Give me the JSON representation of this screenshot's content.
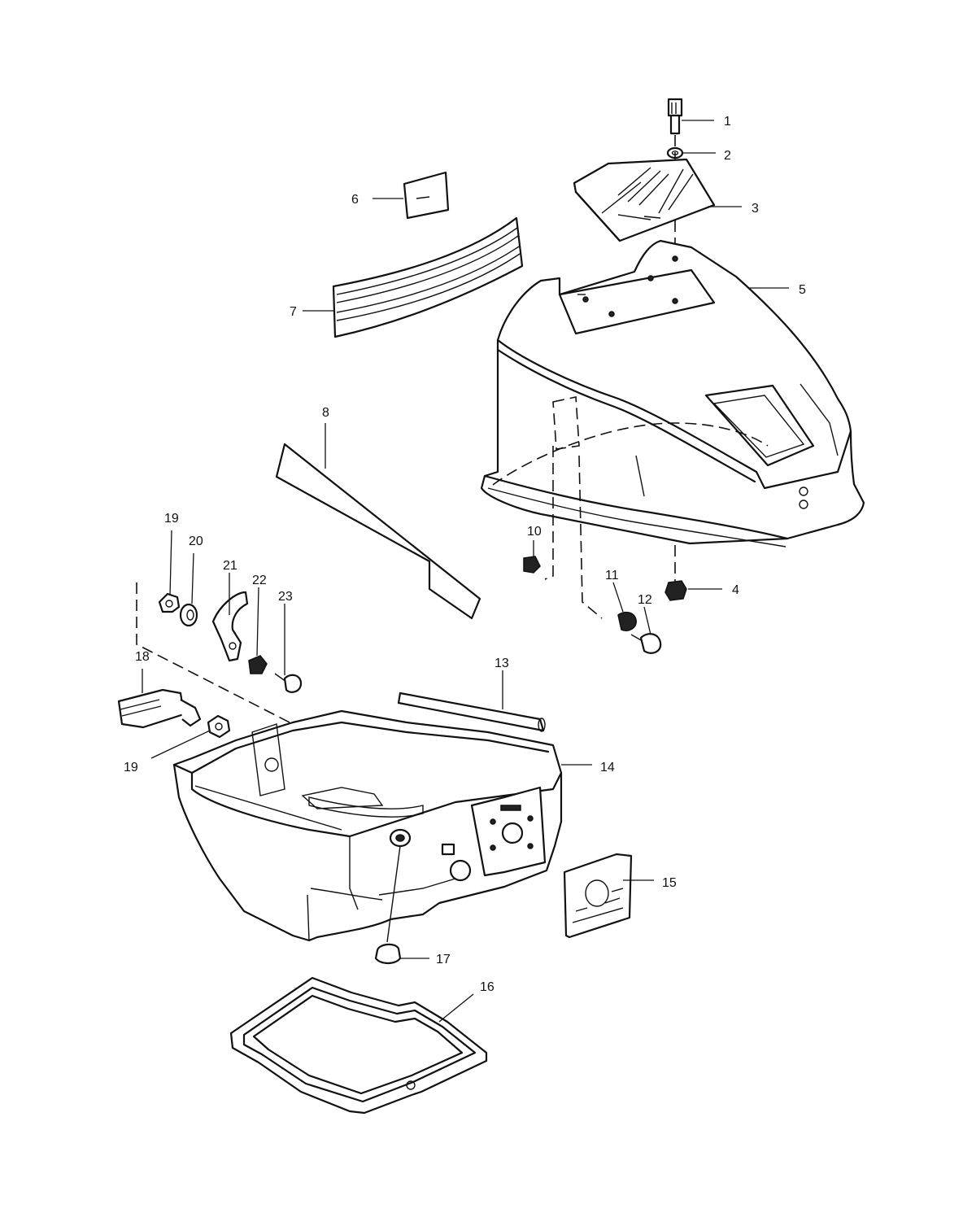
{
  "diagram": {
    "parts": [
      {
        "id": "part-1",
        "number": "1"
      },
      {
        "id": "part-2",
        "number": "2"
      },
      {
        "id": "part-3",
        "number": "3"
      },
      {
        "id": "part-4",
        "number": "4"
      },
      {
        "id": "part-5",
        "number": "5"
      },
      {
        "id": "part-6",
        "number": "6"
      },
      {
        "id": "part-7",
        "number": "7"
      },
      {
        "id": "part-8",
        "number": "8"
      },
      {
        "id": "part-10",
        "number": "10"
      },
      {
        "id": "part-11",
        "number": "11"
      },
      {
        "id": "part-12",
        "number": "12"
      },
      {
        "id": "part-13",
        "number": "13"
      },
      {
        "id": "part-14",
        "number": "14"
      },
      {
        "id": "part-15",
        "number": "15"
      },
      {
        "id": "part-16",
        "number": "16"
      },
      {
        "id": "part-17",
        "number": "17"
      },
      {
        "id": "part-18",
        "number": "18"
      },
      {
        "id": "part-19a",
        "number": "19"
      },
      {
        "id": "part-19b",
        "number": "19"
      },
      {
        "id": "part-20",
        "number": "20"
      },
      {
        "id": "part-21",
        "number": "21"
      },
      {
        "id": "part-22",
        "number": "22"
      },
      {
        "id": "part-23",
        "number": "23"
      }
    ]
  }
}
